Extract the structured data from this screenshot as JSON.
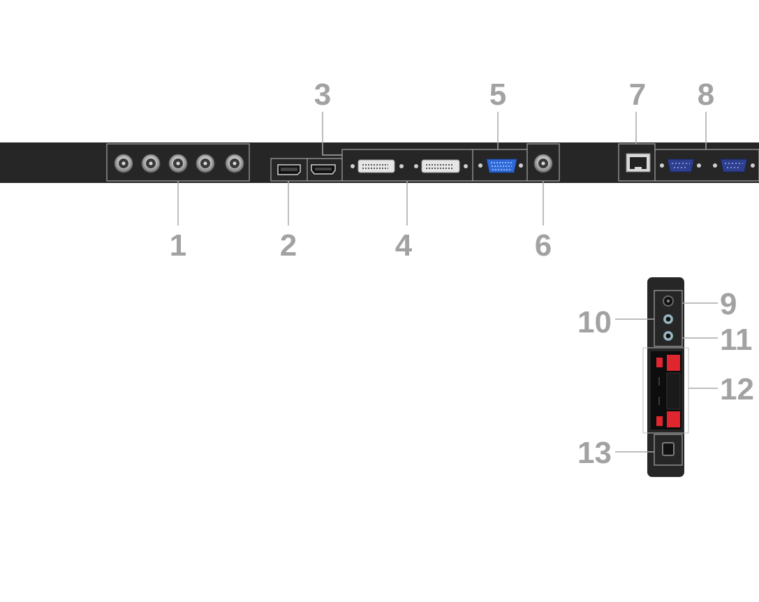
{
  "callouts": {
    "n1": "1",
    "n2": "2",
    "n3": "3",
    "n4": "4",
    "n5": "5",
    "n6": "6",
    "n7": "7",
    "n8": "8",
    "n9": "9",
    "n10": "10",
    "n11": "11",
    "n12": "12",
    "n13": "13"
  },
  "colors": {
    "panel": "#262626",
    "callout_text": "#a2a2a2",
    "leader_line": "#a8a8a8",
    "group_outline": "#bdbdbd",
    "dvi_connector": "#e6e6e6",
    "vga_connector": "#2f6ad9",
    "serial_connector": "#2e3f8f",
    "speaker_terminal": "#e0262e",
    "audio_jack_ring": "#9cc0cc"
  },
  "icons": {
    "bnc": "bnc-connector-icon",
    "displayport": "displayport-icon",
    "hdmi": "hdmi-icon",
    "dvi": "dvi-connector-icon",
    "vga": "vga-connector-icon",
    "rj45": "rj45-port-icon",
    "rs232": "serial-port-icon",
    "audio_jack": "audio-jack-icon",
    "speaker_terminal": "speaker-terminal-icon",
    "power": "power-port-icon"
  }
}
